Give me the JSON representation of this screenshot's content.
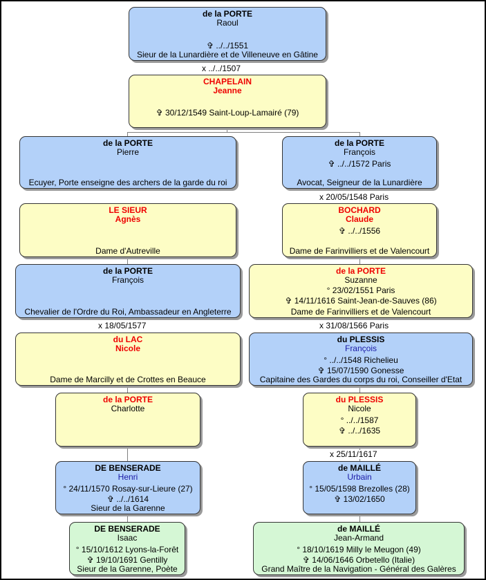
{
  "persons": {
    "raoul": {
      "surname": "de la PORTE",
      "given": "Raoul",
      "details": [
        "✞ ../../1551"
      ],
      "title": "Sieur de la Lunardière et de Villeneuve en Gâtine"
    },
    "jeanne": {
      "surname": "CHAPELAIN",
      "given": "Jeanne",
      "details": [
        "✞ 30/12/1549 Saint-Loup-Lamairé (79)"
      ],
      "title": ""
    },
    "pierre": {
      "surname": "de la PORTE",
      "given": "Pierre",
      "details": [],
      "title": "Ecuyer, Porte enseigne des archers de la garde du roi"
    },
    "francois1": {
      "surname": "de la PORTE",
      "given": "François",
      "details": [
        "✞ ../../1572 Paris"
      ],
      "title": "Avocat, Seigneur de la Lunardière"
    },
    "agnes": {
      "surname": "LE SIEUR",
      "given": "Agnès",
      "details": [],
      "title": "Dame d'Autreville"
    },
    "claude": {
      "surname": "BOCHARD",
      "given": "Claude",
      "details": [
        "✞ ../../1556"
      ],
      "title": "Dame de Farinvilliers et de Valencourt"
    },
    "francois2": {
      "surname": "de la PORTE",
      "given": "François",
      "details": [],
      "title": "Chevalier de l'Ordre du Roi, Ambassadeur en Angleterre"
    },
    "suzanne": {
      "surname": "de la PORTE",
      "given": "Suzanne",
      "details": [
        "° 23/02/1551 Paris",
        "✞ 14/11/1616 Saint-Jean-de-Sauves (86)"
      ],
      "title": "Dame de Farinvilliers et de Valencourt"
    },
    "nicole_lac": {
      "surname": "du LAC",
      "given": "Nicole",
      "details": [],
      "title": "Dame de Marcilly et de Crottes en Beauce"
    },
    "francois_plessis": {
      "surname": "du PLESSIS",
      "given": "François",
      "details": [
        "° ../../1548 Richelieu",
        "✞ 15/07/1590 Gonesse"
      ],
      "title": "Capitaine des Gardes du corps du roi, Conseiller d'Etat"
    },
    "charlotte": {
      "surname": "de la PORTE",
      "given": "Charlotte",
      "details": [],
      "title": ""
    },
    "nicole_plessis": {
      "surname": "du PLESSIS",
      "given": "Nicole",
      "details": [
        "° ../../1587",
        "✞ ../../1635"
      ],
      "title": ""
    },
    "henri": {
      "surname": "DE BENSERADE",
      "given": "Henri",
      "details": [
        "° 24/11/1570 Rosay-sur-Lieure (27)",
        "✞ ../../1614"
      ],
      "title": "Sieur de la Garenne"
    },
    "urbain": {
      "surname": "de MAILLÉ",
      "given": "Urbain",
      "details": [
        "° 15/05/1598 Brezolles (28)",
        "✞ 13/02/1650"
      ],
      "title": ""
    },
    "isaac": {
      "surname": "DE BENSERADE",
      "given": "Isaac",
      "details": [
        "° 15/10/1612 Lyons-la-Forêt",
        "✞ 19/10/1691 Gentilly"
      ],
      "title": "Sieur de la Garenne, Poète"
    },
    "jean_armand": {
      "surname": "de MAILLÉ",
      "given": "Jean-Armand",
      "details": [
        "° 18/10/1619 Milly le Meugon (49)",
        "✞ 14/06/1646 Orbetello (Italie)"
      ],
      "title": "Grand Maître de la Navigation - Général des Galères"
    }
  },
  "marriages": {
    "m1507": "x ../../1507",
    "m1548": "x 20/05/1548 Paris",
    "m1577": "x 18/05/1577",
    "m1566": "x 31/08/1566 Paris",
    "m1617": "x 25/11/1617"
  },
  "colors": {
    "male": "#b3d1f9",
    "female": "#fdfdc5",
    "generation_end": "#d5f7d5",
    "female_name": "#ee0000",
    "given_blue": "#1a1aa6"
  }
}
